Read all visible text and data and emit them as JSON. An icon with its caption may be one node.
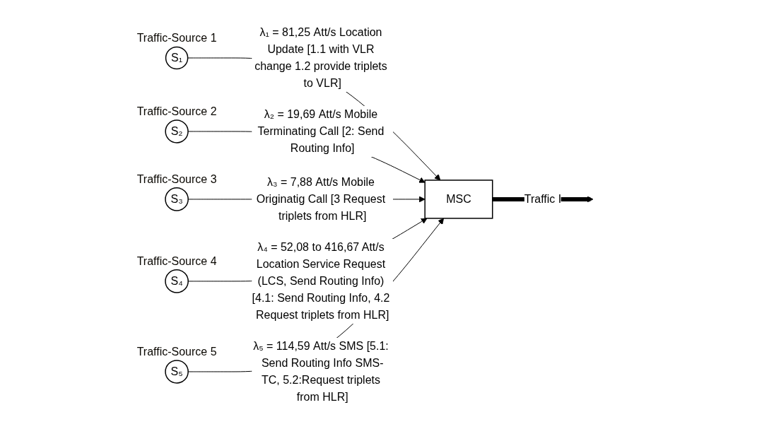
{
  "diagram": {
    "nodes": [
      {
        "text": [
          "S₁"
        ],
        "beside": [
          "Traffic-Source 1"
        ]
      },
      {
        "text": [
          "S₂"
        ],
        "beside": [
          "Traffic-Source 2"
        ]
      },
      {
        "text": [
          "S₃"
        ],
        "beside": [
          "Traffic-Source 3"
        ]
      },
      {
        "text": [
          "S₄"
        ],
        "beside": [
          "Traffic-Source 4"
        ]
      },
      {
        "text": [
          "S₅"
        ],
        "beside": [
          "Traffic-Source 5"
        ]
      },
      {
        "text": [
          "MSC"
        ]
      }
    ],
    "edges": [
      {
        "from": 0,
        "to": 5,
        "arrow": "to",
        "label": "λ₁ = 81,25 Att/s Location Update [1.1 with VLR change 1.2 provide triplets to VLR]"
      },
      {
        "from": 1,
        "to": 5,
        "arrow": "to",
        "label": "λ₂ = 19,69 Att/s Mobile Terminating Call [2: Send Routing Info]"
      },
      {
        "from": 2,
        "to": 5,
        "arrow": "to",
        "label": "λ₃ = 7,88 Att/s Mobile Originatig Call [3 Request triplets from HLR]"
      },
      {
        "from": 3,
        "to": 5,
        "arrow": "to",
        "label": "λ₄ = 52,08 to 416,67 Att/s Location Service Request (LCS, Send Routing Info) [4.1: Send Routing Info, 4.2 Request triplets from HLR]"
      },
      {
        "from": 4,
        "to": 5,
        "arrow": "to",
        "label": "λ₅ = 114,59 Att/s SMS [5.1: Send Routing Info SMS-TC, 5.2:Request triplets from HLR]"
      },
      {
        "from": 5,
        "to": null,
        "arrow": "to",
        "label": "Traffic I",
        "style": "thick"
      }
    ]
  }
}
